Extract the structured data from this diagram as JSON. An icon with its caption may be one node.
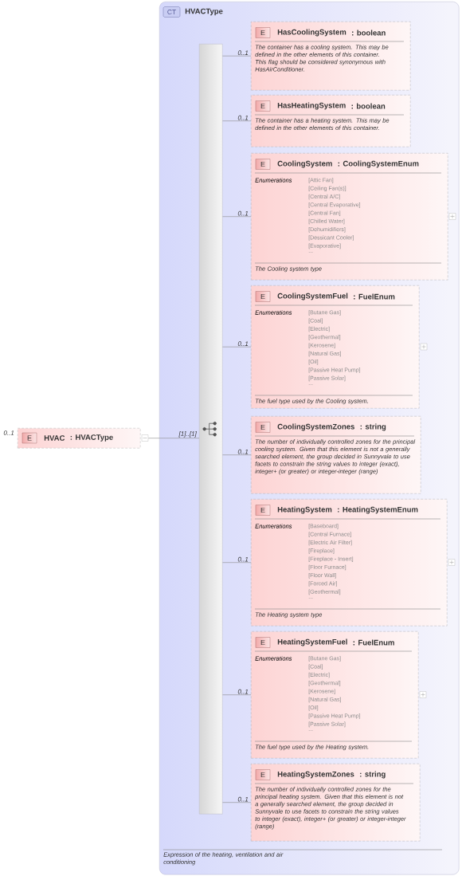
{
  "diagram": {
    "nodes": [
      {
        "text": [
          "E",
          "HVAC",
          ": HVACType"
        ],
        "beside": [
          "0..1"
        ]
      },
      {
        "text": [
          "CT",
          "HVACType",
          "Expression of the heating, ventilation and air conditioning"
        ]
      },
      {
        "text": [],
        "shape": "bar",
        "in": 1
      },
      {
        "text": [
          "E",
          "HasCoolingSystem",
          ": boolean",
          "The container has a cooling system. This may be defined in the other elements of this container. This flag should be considered synonymous with HasAirConditioner."
        ],
        "in": 1
      },
      {
        "text": [
          "E",
          "HasHeatingSystem",
          ": boolean",
          "The container has a heating system. This may be defined in the other elements of this container."
        ],
        "in": 1
      },
      {
        "text": [
          "E",
          "CoolingSystem",
          ": CoolingSystemEnum",
          "Enumerations",
          "[Attic Fan]",
          "[Ceiling Fan(s)]",
          "[Central A/C]",
          "[Central Evaporative]",
          "[Central Fan]",
          "[Chilled Water]",
          "[Dehumidifiers]",
          "[Dessicant Cooler]",
          "[Evaporative]",
          "...",
          "The Cooling system type"
        ],
        "in": 1
      },
      {
        "text": [
          "E",
          "CoolingSystemFuel",
          ": FuelEnum",
          "Enumerations",
          "[Butane Gas]",
          "[Coal]",
          "[Electric]",
          "[Geothermal]",
          "[Kerosene]",
          "[Natural Gas]",
          "[Oil]",
          "[Passive Heat Pump]",
          "[Passive Solar]",
          "...",
          "The fuel type used by the Cooling system."
        ],
        "in": 1
      },
      {
        "text": [
          "E",
          "CoolingSystemZones",
          ": string",
          "The number of individually controlled zones for the principal cooling system. Given that this element is not a generally searched element, the group decided in Sunnyvale to use facets to constrain the string values to integer (exact), integer+ (or greater) or integer-integer (range)"
        ],
        "in": 1
      },
      {
        "text": [
          "E",
          "HeatingSystem",
          ": HeatingSystemEnum",
          "Enumerations",
          "[Baseboard]",
          "[Central Furnace]",
          "[Electric Air Filter]",
          "[Fireplace]",
          "[Fireplace - Insert]",
          "[Floor Furnace]",
          "[Floor Wall]",
          "[Forced Air]",
          "[Geothermal]",
          "...",
          "The Heating system type"
        ],
        "in": 1
      },
      {
        "text": [
          "E",
          "HeatingSystemFuel",
          ": FuelEnum",
          "Enumerations",
          "[Butane Gas]",
          "[Coal]",
          "[Electric]",
          "[Geothermal]",
          "[Kerosene]",
          "[Natural Gas]",
          "[Oil]",
          "[Passive Heat Pump]",
          "[Passive Solar]",
          "...",
          "The fuel type used by the Heating system."
        ],
        "in": 1
      },
      {
        "text": [
          "E",
          "HeatingSystemZones",
          ": string",
          "The number of individually controlled zones for the principal heating system. Given that this element is not a generally searched element, the group decided in Sunnyvale to use facets to constrain the string values to integer (exact), integer+ (or greater) or integer-integer (range)"
        ],
        "in": 1
      }
    ],
    "edges": [
      {
        "from": 0,
        "to": 2,
        "arrow": "none",
        "label": "[1]..[1]"
      },
      {
        "from": 2,
        "to": 3,
        "arrow": "none",
        "label": "0..1"
      },
      {
        "from": 2,
        "to": 4,
        "arrow": "none",
        "label": "0..1"
      },
      {
        "from": 2,
        "to": 5,
        "arrow": "none",
        "label": "0..1"
      },
      {
        "from": 2,
        "to": 6,
        "arrow": "none",
        "label": "0..1"
      },
      {
        "from": 2,
        "to": 7,
        "arrow": "none",
        "label": "0..1"
      },
      {
        "from": 2,
        "to": 8,
        "arrow": "none",
        "label": "0..1"
      },
      {
        "from": 2,
        "to": 9,
        "arrow": "none",
        "label": "0..1"
      },
      {
        "from": 2,
        "to": 10,
        "arrow": "none",
        "label": "0..1"
      }
    ]
  }
}
